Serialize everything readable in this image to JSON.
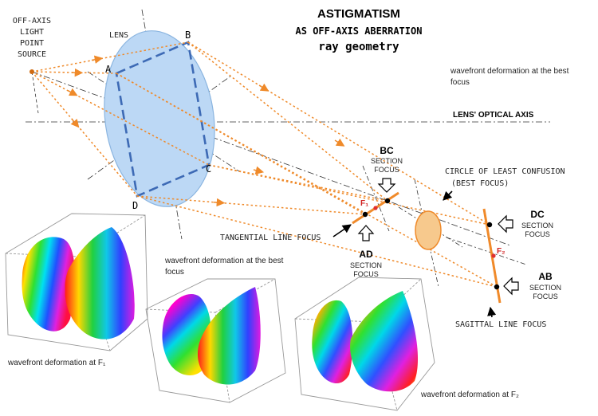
{
  "title": {
    "line1": "ASTIGMATISM",
    "line2": "AS OFF-AXIS ABERRATION",
    "line3": "ray geometry"
  },
  "labels": {
    "source_1": "OFF-AXIS",
    "source_2": "LIGHT",
    "source_3": "POINT",
    "source_4": "SOURCE",
    "lens": "LENS",
    "pt_a": "A",
    "pt_b": "B",
    "pt_c": "C",
    "pt_d": "D",
    "optical_axis": "LENS' OPTICAL AXIS",
    "best_focus_top_1": "wavefront deformation at the best",
    "best_focus_top_2": "focus",
    "bc": "BC",
    "bc_sub1": "SECTION",
    "bc_sub2": "FOCUS",
    "circle_1": "CIRCLE OF LEAST CONFUSION",
    "circle_2": "(BEST FOCUS)",
    "f1": "F₁",
    "f2": "F₂",
    "dc": "DC",
    "dc_sub1": "SECTION",
    "dc_sub2": "FOCUS",
    "tangential": "TANGENTIAL LINE FOCUS",
    "ad": "AD",
    "ad_sub1": "SECTION",
    "ad_sub2": "FOCUS",
    "ab": "AB",
    "ab_sub1": "SECTION",
    "ab_sub2": "FOCUS",
    "sagittal": "SAGITTAL LINE FOCUS",
    "wf_best_1": "wavefront deformation at the best",
    "wf_best_2": "focus",
    "wf_f1": "wavefront deformation at F₁",
    "wf_f2": "wavefront deformation at F₂"
  },
  "colors": {
    "ray": "#ef8a2a",
    "lens_fill": "#bcd8f5",
    "lens_stroke": "#8bb5e0",
    "aperture": "#3d6ab5",
    "focus_line": "#f08a2a",
    "focus_dot": "#e03030",
    "title": "#000000",
    "text": "#222222"
  }
}
